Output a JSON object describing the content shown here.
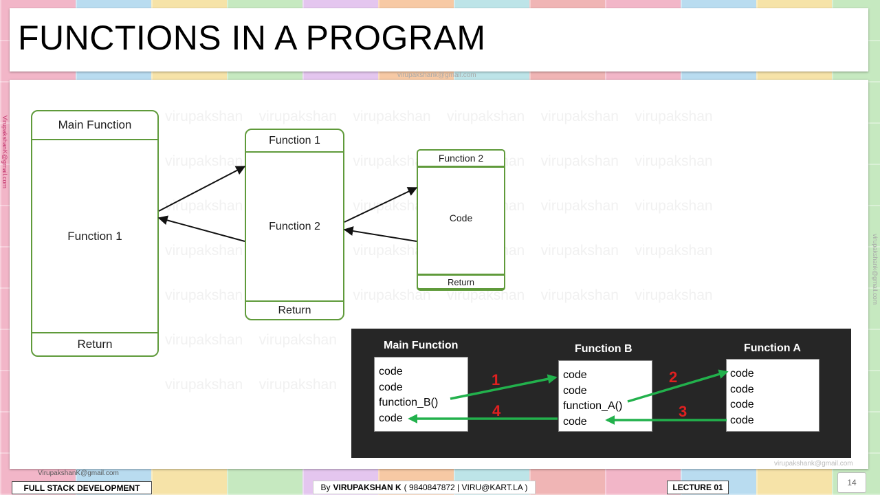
{
  "slide": {
    "title": "FUNCTIONS IN A PROGRAM",
    "title_watermark": "virupakshank@gmail.com",
    "side_watermark_left": "VirupakshanK@gmail.com",
    "side_watermark_right": "virupakshank@gmail.com",
    "watermark_word": "virupakshan",
    "page_number": "14"
  },
  "diagram": {
    "main_box": {
      "header": "Main Function",
      "body": "Function 1",
      "footer": "Return"
    },
    "function1_box": {
      "header": "Function 1",
      "body": "Function 2",
      "footer": "Return"
    },
    "function2_box": {
      "header": "Function 2",
      "body": "Code",
      "footer": "Return"
    }
  },
  "call_flow": {
    "main": {
      "title": "Main Function",
      "lines": [
        "code",
        "code",
        "function_B()",
        "code"
      ]
    },
    "function_b": {
      "title": "Function B",
      "lines": [
        "code",
        "code",
        "function_A()",
        "code"
      ]
    },
    "function_a": {
      "title": "Function A",
      "lines": [
        "code",
        "code",
        "code",
        "code"
      ]
    },
    "step_labels": [
      "1",
      "2",
      "3",
      "4"
    ],
    "arrow_color": "#22b14c",
    "label_color": "#e02020"
  },
  "footer": {
    "course": "FULL STACK DEVELOPMENT",
    "email": "VirupakshanK@gmail.com",
    "email_right": "virupakshank@gmail.com",
    "by_prefix": "By",
    "author": "VIRUPAKSHAN K",
    "contact": "( 9840847872 | VIRU@KART.LA )",
    "lecture": "LECTURE 01"
  },
  "colors": {
    "box_border": "#5f9a3a",
    "panel_bg": "#262626"
  }
}
